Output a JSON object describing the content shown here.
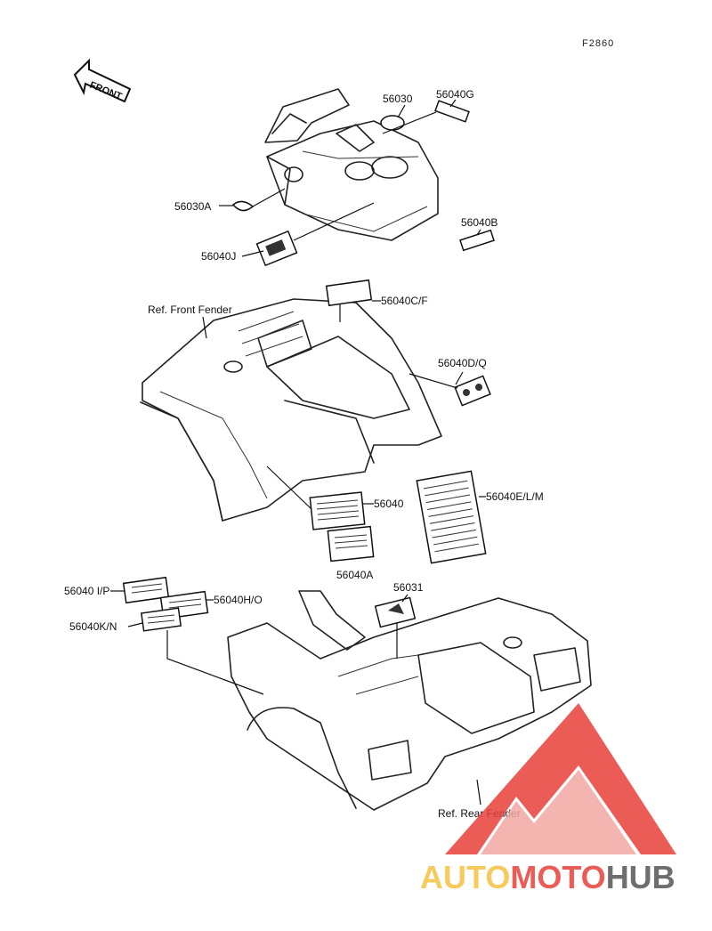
{
  "figure_code": "F2860",
  "front_arrow_label": "FRONT",
  "refs": {
    "front_fender": "Ref. Front Fender",
    "rear_fender": "Ref. Rear Fender"
  },
  "parts": {
    "p56030": "56030",
    "p56040G": "56040G",
    "p56030A": "56030A",
    "p56040B": "56040B",
    "p56040J": "56040J",
    "p56040CF": "56040C/F",
    "p56040DQ": "56040D/Q",
    "p56040": "56040",
    "p56040ELM": "56040E/L/M",
    "p56040A": "56040A",
    "p56040IP": "56040 I/P",
    "p56031": "56031",
    "p56040HO": "56040H/O",
    "p56040KN": "56040K/N"
  },
  "watermark": {
    "part1": "AUTO",
    "part2": "MOTO",
    "part3": "HUB",
    "color_main": "#e8403a",
    "color_light": "#f3a8a3",
    "color_yellow": "#f5c242",
    "color_gray": "#555555"
  }
}
